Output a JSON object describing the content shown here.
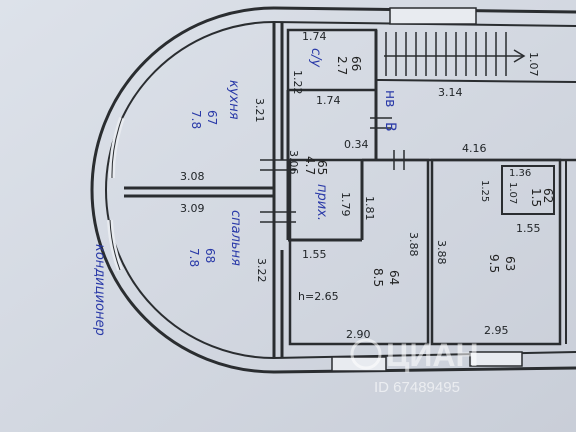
{
  "rooms": {
    "kitchen": {
      "label": "кухня",
      "number": "67",
      "area": "7.8"
    },
    "bedroom": {
      "label": "спальня",
      "number": "68",
      "area": "7.8"
    },
    "bath": {
      "label": "с/у",
      "number": "66",
      "area": "2.7"
    },
    "hall": {
      "label": "прих.",
      "number": "65",
      "area": "4.7"
    },
    "room64": {
      "number": "64",
      "area": "8.5"
    },
    "room63": {
      "number": "63",
      "area": "9.5"
    },
    "room62": {
      "number": "62",
      "area": "1.5"
    }
  },
  "dims": {
    "d1_74a": "1.74",
    "d1_22": "1.22",
    "d1_74b": "1.74",
    "d1_07a": "1.07",
    "d3_14": "3.14",
    "d3_21": "3.21",
    "d0_34": "0.34",
    "d4_16": "4.16",
    "d3_06": "3.06",
    "d1_79": "1.79",
    "d1_81": "1.81",
    "d3_08": "3.08",
    "d3_09": "3.09",
    "d1_36": "1.36",
    "d1_07b": "1.07",
    "d1_25": "1.25",
    "d1_55a": "1.55",
    "d1_55b": "1.55",
    "d3_88a": "3.88",
    "d3_88b": "3.88",
    "d3_22": "3.22",
    "h": "h=2.65",
    "d2_90": "2.90",
    "d2_95": "2.95"
  },
  "notes": {
    "hb": "нв",
    "b": "В",
    "conditioner": "кондиционер"
  },
  "watermark": {
    "brand": "ЦИАН",
    "id": "ID 67489495"
  }
}
